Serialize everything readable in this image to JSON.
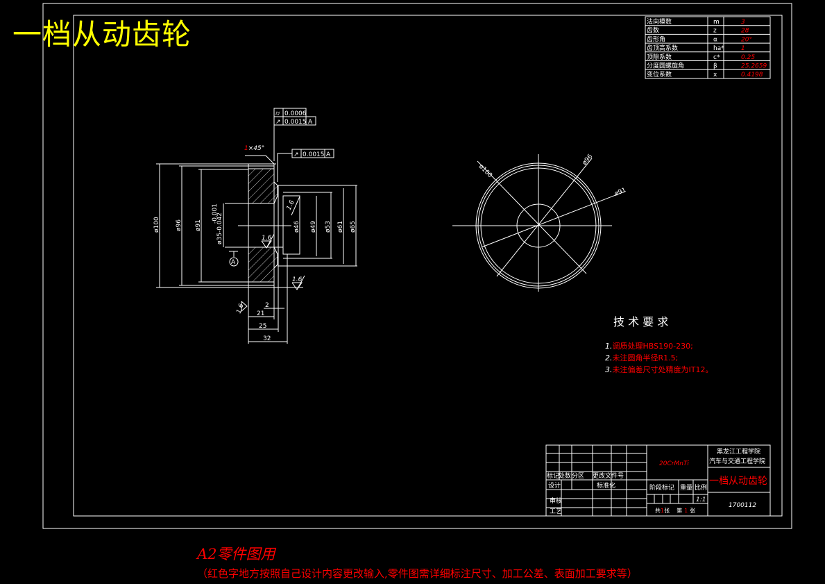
{
  "title": "一档从动齿轮",
  "colors": {
    "background": "#000000",
    "lines": "#ffffff",
    "title": "#ffff00",
    "editable_text": "#ff0000"
  },
  "param_table": [
    {
      "name": "法向模数",
      "symbol": "m",
      "value": "3"
    },
    {
      "name": "齿数",
      "symbol": "z",
      "value": "28"
    },
    {
      "name": "齿形角",
      "symbol": "α",
      "value": "20°"
    },
    {
      "name": "齿顶高系数",
      "symbol": "ha*",
      "value": "1"
    },
    {
      "name": "顶隙系数",
      "symbol": "c*",
      "value": "0.25"
    },
    {
      "name": "分度圆螺旋角",
      "symbol": "β",
      "value": "25.2659"
    },
    {
      "name": "变位系数",
      "symbol": "x",
      "value": "0.4198"
    }
  ],
  "section_view": {
    "tol1_sym": "⌭",
    "tol1": "0.0006",
    "tol2_sym": "↗",
    "tol2": "0.0015",
    "tol2_ref": "A",
    "tol3_sym": "↗",
    "tol3": "0.0015",
    "tol3_ref": "A",
    "chamfer_num": "1",
    "chamfer_rest": "×45°",
    "d100": "ø100",
    "d96": "ø96",
    "d91": "ø91",
    "d35": "ø35",
    "d35_tol_up": "-0.001",
    "d35_tol_low": "-0.042",
    "d46": "ø46",
    "d49": "ø49",
    "d53": "ø53",
    "d61": "ø61",
    "d65": "ø65",
    "rough1": "1.6",
    "rough2": "1.6",
    "rough3": "1.6",
    "rough4": "1.6",
    "datum": "A",
    "l2": "2",
    "l21": "21",
    "l25": "25",
    "l32": "32"
  },
  "end_view": {
    "d100": "ø100",
    "d96": "ø96",
    "d91": "ø91"
  },
  "tech_req": {
    "heading": "技 术 要 求",
    "items": [
      {
        "num": "1.",
        "text": "调质处理HBS190-230;"
      },
      {
        "num": "2.",
        "text": "未注圆角半径R1.5;"
      },
      {
        "num": "3.",
        "text": "未注偏差尺寸处精度为IT12。"
      }
    ]
  },
  "title_block": {
    "material": "20CrMnTi",
    "school": "黑龙江工程学院",
    "dept": "汽车与交通工程学院",
    "part_name": "一档从动齿轮",
    "drawing_no": "1700112",
    "mark": "标记",
    "count": "处数",
    "zone": "分区",
    "change_doc": "更改文件号",
    "design": "设计",
    "standard": "标准化",
    "review": "审核",
    "process": "工艺",
    "stage": "阶段标记",
    "weight": "重量",
    "scale_label": "比例",
    "scale": "1:1",
    "sheets_a": "共",
    "sheets_total": "1",
    "sheets_b": "张",
    "sheet_a": "第",
    "sheet_no": "1",
    "sheet_b": "张"
  },
  "caption": {
    "size": "A2",
    "main": "零件图用",
    "note": "（红色字地方按照自己设计内容更改输入,零件图需详细标注尺寸、加工公差、表面加工要求等）"
  }
}
